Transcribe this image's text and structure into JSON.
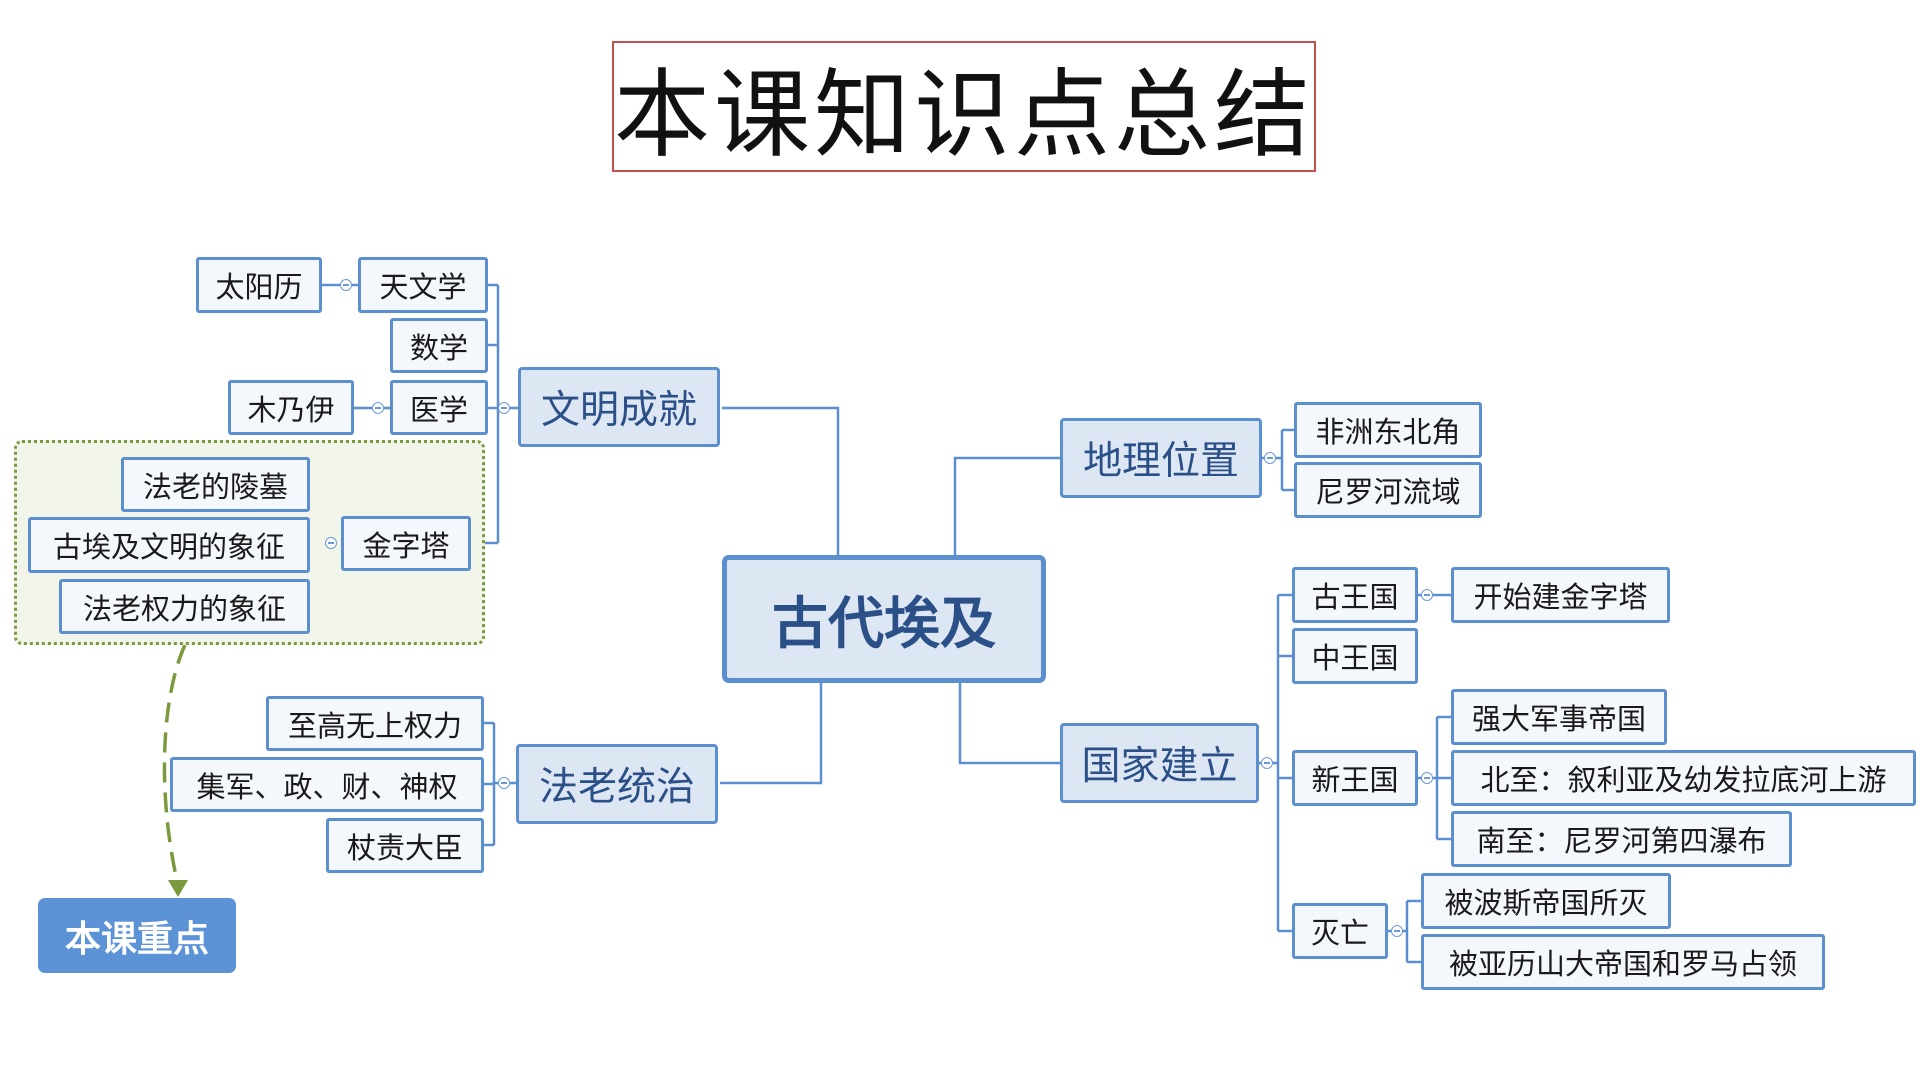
{
  "title": "本课知识点总结",
  "center": "古代埃及",
  "badge": "本课重点",
  "branches": {
    "civ": {
      "label": "文明成就",
      "astronomy": "天文学",
      "calendar": "太阳历",
      "math": "数学",
      "medicine": "医学",
      "mummy": "木乃伊",
      "pyramid": "金字塔",
      "pyramid_items": [
        "法老的陵墓",
        "古埃及文明的象征",
        "法老权力的象征"
      ]
    },
    "rule": {
      "label": "法老统治",
      "items": [
        "至高无上权力",
        "集军、政、财、神权",
        "杖责大臣"
      ]
    },
    "geo": {
      "label": "地理位置",
      "items": [
        "非洲东北角",
        "尼罗河流域"
      ]
    },
    "state": {
      "label": "国家建立",
      "old": "古王国",
      "old_item": "开始建金字塔",
      "middle": "中王国",
      "new": "新王国",
      "new_items": [
        "强大军事帝国",
        "北至：叙利亚及幼发拉底河上游",
        "南至：尼罗河第四瀑布"
      ],
      "fall": "灭亡",
      "fall_items": [
        "被波斯帝国所灭",
        "被亚历山大帝国和罗马占领"
      ]
    }
  },
  "colors": {
    "line": "#5b8fd0",
    "branch_fill": "#dde7f4",
    "callout_border": "#7a9a3d",
    "badge": "#5b93d6",
    "title_border": "#c0504d"
  }
}
